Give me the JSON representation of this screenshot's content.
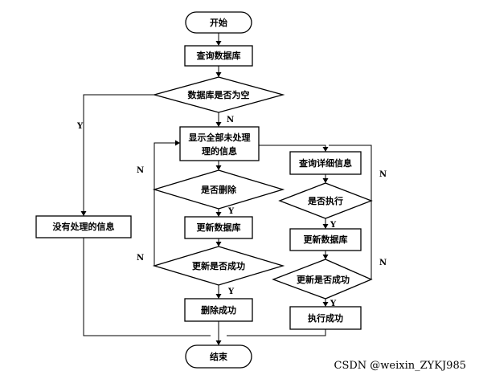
{
  "nodes": {
    "start": "开始",
    "query_db": "查询数据库",
    "db_empty": "数据库是否为空",
    "show_unprocessed_1": "显示全部未处理",
    "show_unprocessed_2": "理的信息",
    "no_unprocessed": "没有处理的信息",
    "delete_q": "是否删除",
    "update_db_left": "更新数据库",
    "update_ok_left": "更新是否成功",
    "delete_success": "删除成功",
    "query_detail": "查询详细信息",
    "execute_q": "是否执行",
    "update_db_right": "更新数据库",
    "update_ok_right": "更新是否成功",
    "execute_success": "执行成功",
    "end": "结束"
  },
  "branch_labels": {
    "yes": "Y",
    "no": "N"
  },
  "watermark": "CSDN @weixin_ZYKJ985"
}
